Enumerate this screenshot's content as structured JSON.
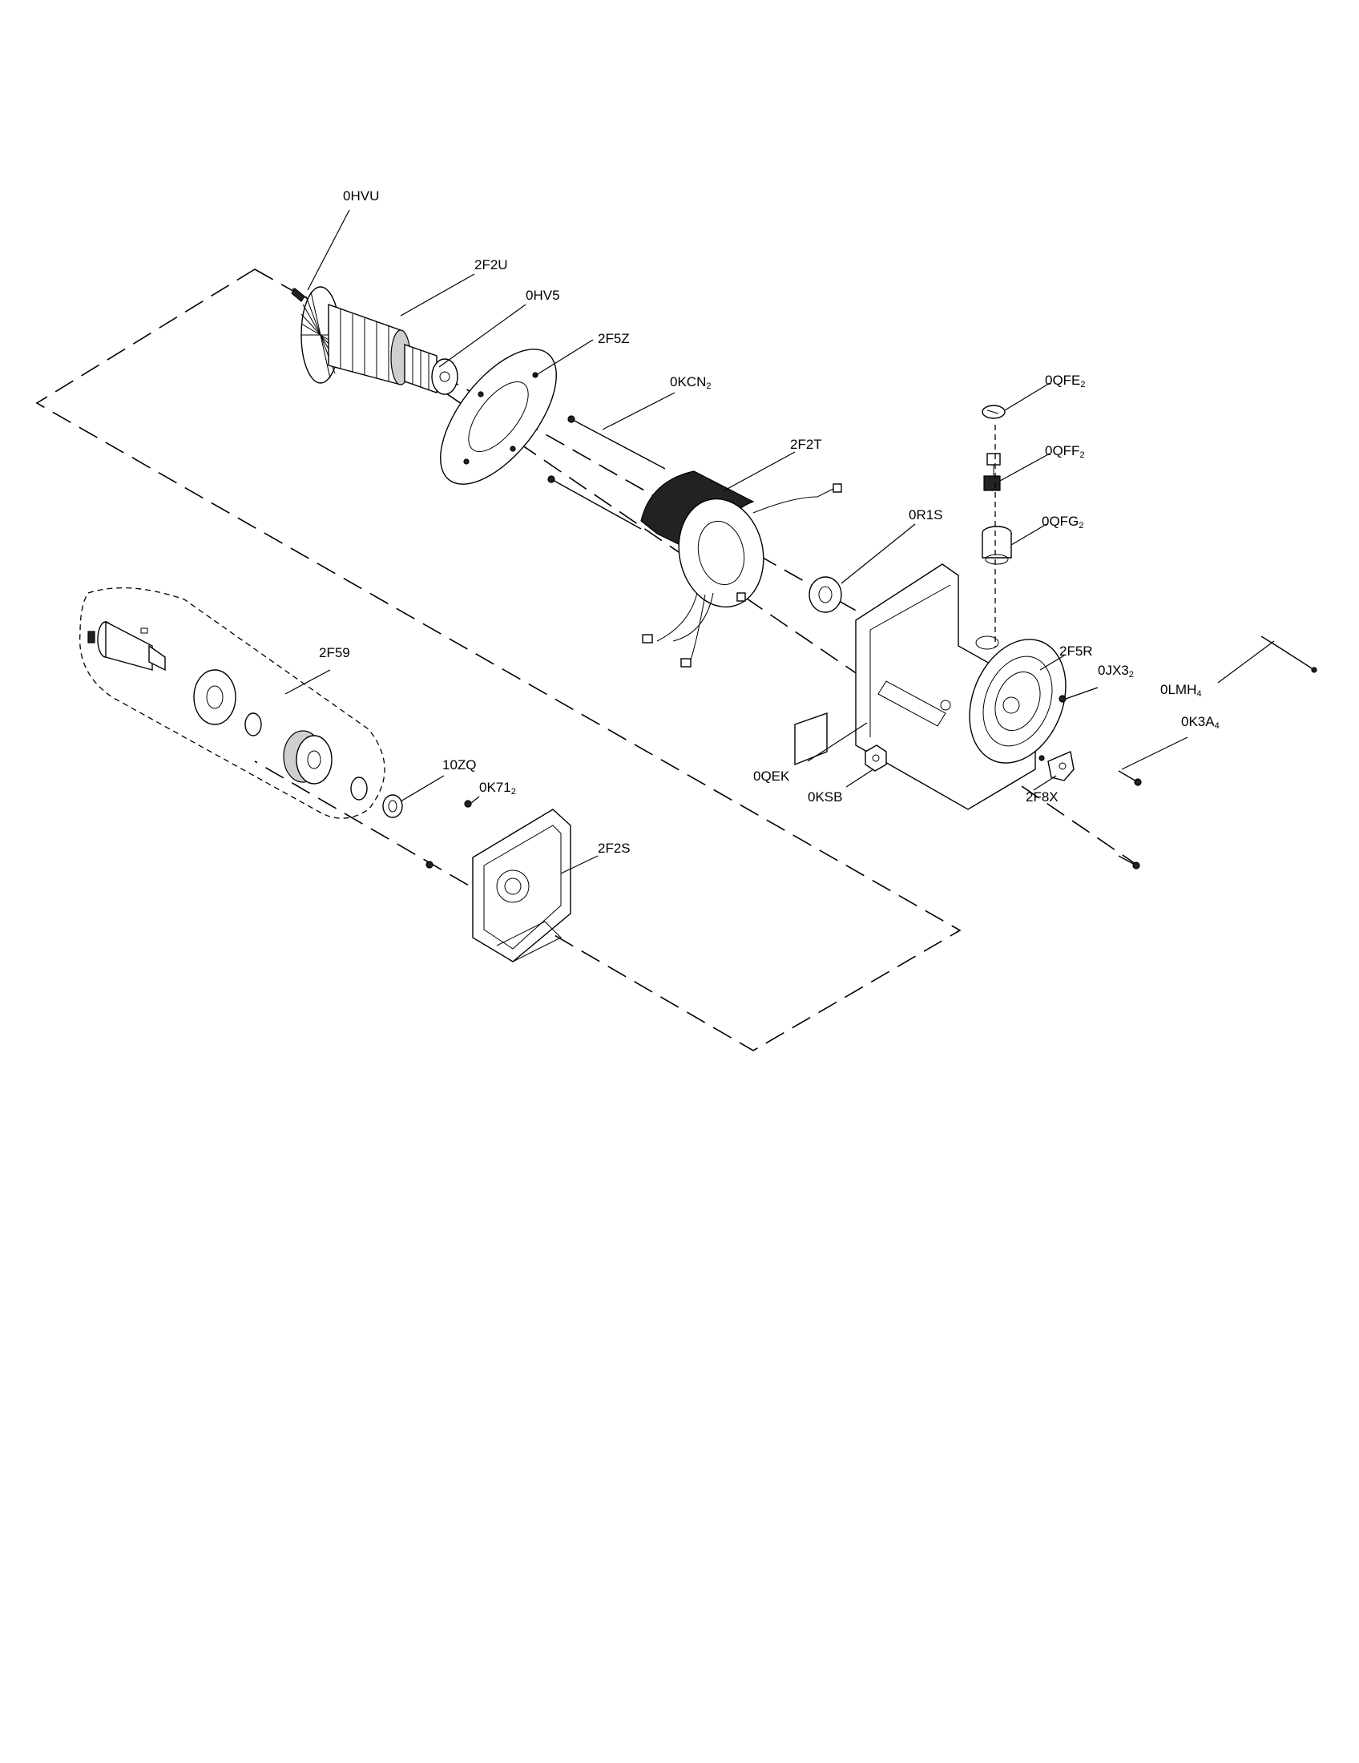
{
  "diagram": {
    "labels": [
      {
        "id": "0HVU",
        "base": "0HVU",
        "sub": ""
      },
      {
        "id": "2F2U",
        "base": "2F2U",
        "sub": ""
      },
      {
        "id": "0HV5",
        "base": "0HV5",
        "sub": ""
      },
      {
        "id": "2F5Z",
        "base": "2F5Z",
        "sub": ""
      },
      {
        "id": "0KCN2",
        "base": "0KCN",
        "sub": "2"
      },
      {
        "id": "2F2T",
        "base": "2F2T",
        "sub": ""
      },
      {
        "id": "0QFE2",
        "base": "0QFE",
        "sub": "2"
      },
      {
        "id": "0QFF2",
        "base": "0QFF",
        "sub": "2"
      },
      {
        "id": "0QFG2",
        "base": "0QFG",
        "sub": "2"
      },
      {
        "id": "0R1S",
        "base": "0R1S",
        "sub": ""
      },
      {
        "id": "2F5R",
        "base": "2F5R",
        "sub": ""
      },
      {
        "id": "0JX32",
        "base": "0JX3",
        "sub": "2"
      },
      {
        "id": "0LMH4",
        "base": "0LMH",
        "sub": "4"
      },
      {
        "id": "0K3A4",
        "base": "0K3A",
        "sub": "4"
      },
      {
        "id": "0QEK",
        "base": "0QEK",
        "sub": ""
      },
      {
        "id": "0KSB",
        "base": "0KSB",
        "sub": ""
      },
      {
        "id": "2F8X",
        "base": "2F8X",
        "sub": ""
      },
      {
        "id": "2F59",
        "base": "2F59",
        "sub": ""
      },
      {
        "id": "10ZQ",
        "base": "10ZQ",
        "sub": ""
      },
      {
        "id": "0K712",
        "base": "0K71",
        "sub": "2"
      },
      {
        "id": "2F2S",
        "base": "2F2S",
        "sub": ""
      }
    ]
  }
}
